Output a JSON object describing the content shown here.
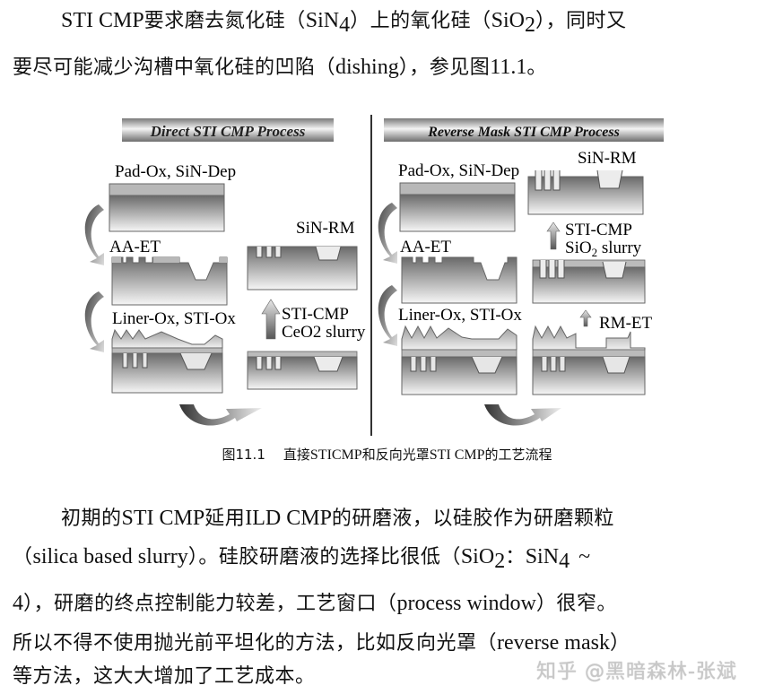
{
  "paragraph1": {
    "line1": {
      "a": "STI CMP",
      "b": "要求磨去氮化硅（",
      "c": "SiN",
      "c_sub": "4",
      "d": "）上的氧化硅（",
      "e": "SiO",
      "e_sub": "2",
      "f": "），同时又"
    },
    "line2": {
      "a": "要尽可能减少沟槽中氧化硅的凹陷（",
      "b": "dishing",
      "c": "），参见图",
      "d": "11.1",
      "e": "。"
    }
  },
  "figure": {
    "left_panel": {
      "title": "Direct STI CMP Process",
      "steps": [
        "Pad-Ox, SiN-Dep",
        "AA-ET",
        "Liner-Ox, STI-Ox"
      ],
      "right_steps": [
        "SiN-RM"
      ],
      "arrow_label_1": "STI-CMP",
      "arrow_label_2": "CeO2 slurry"
    },
    "right_panel": {
      "title": "Reverse Mask STI CMP Process",
      "steps": [
        "Pad-Ox, SiN-Dep",
        "AA-ET",
        "Liner-Ox, STI-Ox"
      ],
      "right_steps": [
        "SiN-RM"
      ],
      "arrow_label_1": "STI-CMP",
      "arrow_label_2a": "SiO",
      "arrow_label_2_sub": "2",
      "arrow_label_2b": " slurry",
      "rm_label": "RM-ET"
    }
  },
  "caption": {
    "fig_no": "图11.1",
    "text_a": "直接",
    "text_b": "STICMP",
    "text_c": "和反向光罩",
    "text_d": "STI CMP",
    "text_e": "的工艺流程"
  },
  "paragraph2": {
    "line1": {
      "a": "初期的",
      "b": "STI CMP",
      "c": "延用",
      "d": "ILD CMP",
      "e": "的研磨液，以硅胶作为研磨颗粒"
    },
    "line2": {
      "a": "（",
      "b": "silica based slurry",
      "c": "）。硅胶研磨液的选择比很低（",
      "d": "SiO",
      "d_sub": "2",
      "e": "：",
      "f": "SiN",
      "f_sub": "4",
      "g": "~"
    },
    "line3": {
      "a": "4",
      "b": "），研磨的终点控制能力较差，工艺窗口（",
      "c": "process window",
      "d": "）很窄。"
    },
    "line4": {
      "a": "所以不得不使用抛光前平坦化的方法，比如反向光罩（",
      "b": "reverse mask",
      "c": "）"
    },
    "line5": {
      "a": "等方法，这大大增加了工艺成本。"
    }
  },
  "watermark": "知乎 @黑暗森林-张斌"
}
